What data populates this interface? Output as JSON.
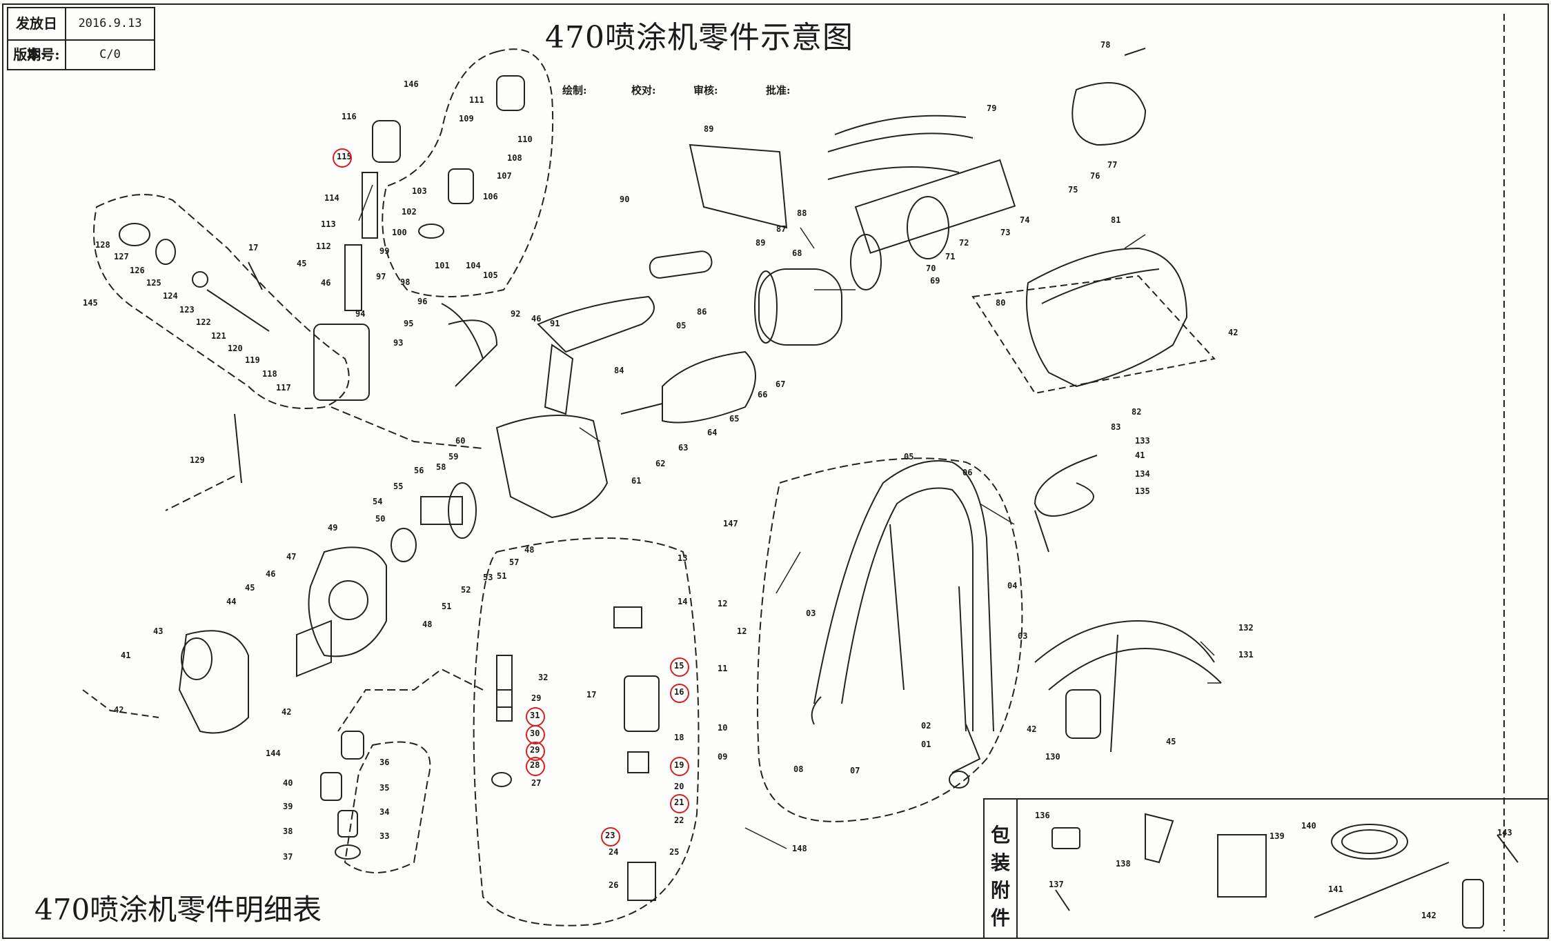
{
  "header": {
    "release_date_label": "发放日期:",
    "release_date_value": "2016.9.13",
    "version_label": "版本号:",
    "version_value": "C/0"
  },
  "title": "470喷涂机零件示意图",
  "signoff": {
    "drafted": "绘制:",
    "checked": "校对:",
    "reviewed": "审核:",
    "approved": "批准:"
  },
  "bottom_title": "470喷涂机零件明细表",
  "packaging": {
    "label_chars": [
      "包",
      "装",
      "附",
      "件"
    ]
  },
  "highlighted_parts": [
    "115",
    "15",
    "16",
    "31",
    "30",
    "29",
    "28",
    "19",
    "21",
    "23"
  ],
  "callouts": {
    "c1": "146",
    "c2": "111",
    "c3": "116",
    "c4": "115",
    "c5": "109",
    "c6": "110",
    "c7": "108",
    "c8": "107",
    "c9": "103",
    "c10": "106",
    "c11": "102",
    "c12": "114",
    "c13": "113",
    "c14": "100",
    "c15": "99",
    "c16": "97",
    "c17": "98",
    "c18": "96",
    "c19": "101",
    "c20": "104",
    "c21": "105",
    "c22": "112",
    "c23": "17",
    "c24": "45",
    "c25": "46",
    "c26": "94",
    "c27": "95",
    "c28": "93",
    "c29": "128",
    "c30": "127",
    "c31": "126",
    "c32": "125",
    "c33": "124",
    "c34": "123",
    "c35": "122",
    "c36": "121",
    "c37": "120",
    "c38": "119",
    "c39": "118",
    "c40": "117",
    "c41": "145",
    "c42": "129",
    "c43": "89",
    "c44": "90",
    "c45": "88",
    "c46": "87",
    "c47": "89",
    "c48": "92",
    "c49": "46",
    "c50": "91",
    "c51": "05",
    "c52": "86",
    "c53": "68",
    "c54": "84",
    "c55": "65",
    "c56": "64",
    "c57": "66",
    "c58": "67",
    "c59": "63",
    "c60": "62",
    "c61": "61",
    "c62": "60",
    "c63": "59",
    "c64": "58",
    "c65": "56",
    "c66": "55",
    "c67": "54",
    "c68": "50",
    "c69": "49",
    "c70": "47",
    "c71": "46",
    "c72": "45",
    "c73": "44",
    "c74": "43",
    "c75": "41",
    "c76": "42",
    "c77": "42",
    "c78": "48",
    "c79": "51",
    "c80": "52",
    "c81": "53",
    "c82": "51",
    "c83": "57",
    "c84": "48",
    "c85": "78",
    "c86": "79",
    "c87": "75",
    "c88": "76",
    "c89": "77",
    "c90": "74",
    "c91": "73",
    "c92": "72",
    "c93": "71",
    "c94": "70",
    "c95": "69",
    "c96": "81",
    "c97": "80",
    "c98": "42",
    "c99": "82",
    "c100": "83",
    "c101": "133",
    "c102": "41",
    "c103": "134",
    "c104": "135",
    "c105": "147",
    "c106": "13",
    "c107": "14",
    "c108": "15",
    "c109": "16",
    "c110": "17",
    "c111": "18",
    "c112": "19",
    "c113": "20",
    "c114": "21",
    "c115": "22",
    "c116": "23",
    "c117": "24",
    "c118": "25",
    "c119": "26",
    "c120": "32",
    "c121": "29",
    "c122": "31",
    "c123": "30",
    "c124": "29",
    "c125": "28",
    "c126": "27",
    "c127": "144",
    "c128": "36",
    "c129": "40",
    "c130": "35",
    "c131": "39",
    "c132": "34",
    "c133": "38",
    "c134": "33",
    "c135": "37",
    "c136": "12",
    "c137": "12",
    "c138": "11",
    "c139": "10",
    "c140": "09",
    "c141": "08",
    "c142": "05",
    "c143": "06",
    "c144": "03",
    "c145": "04",
    "c146": "03",
    "c147": "07",
    "c148": "02",
    "c149": "01",
    "c150": "148",
    "c151": "132",
    "c152": "131",
    "c153": "42",
    "c154": "130",
    "c155": "45",
    "c156": "136",
    "c157": "138",
    "c158": "139",
    "c159": "140",
    "c160": "141",
    "c161": "142",
    "c162": "143",
    "c163": "137"
  }
}
